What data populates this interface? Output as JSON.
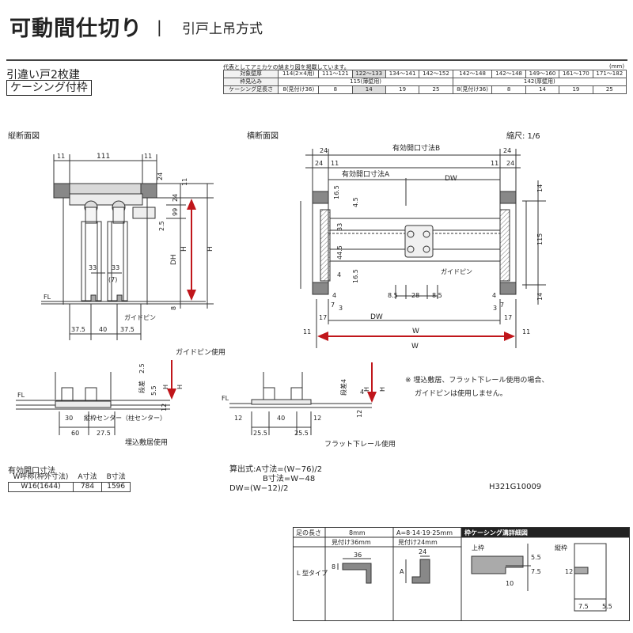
{
  "header": {
    "title": "可動間仕切り",
    "separator": "|",
    "subtitle": "引戸上吊方式"
  },
  "door": {
    "type": "引違い戸2枚建",
    "casing_label": "ケーシング付枠"
  },
  "spec_table": {
    "note": "代表としてアミカケの納まり図を掲載しています。",
    "unit": "(mm)",
    "rows": [
      [
        "対象壁厚",
        "114(2×4用)",
        "111〜121",
        "122〜133",
        "134〜141",
        "142〜152",
        "142〜148",
        "142〜148",
        "149〜160",
        "161〜170",
        "171〜182"
      ],
      [
        "枠見込み",
        "115(薄壁用)",
        "142(厚壁用)"
      ],
      [
        "ケーシング足長さ",
        "8(見付け36)",
        "8",
        "14",
        "19",
        "25",
        "8(見付け36)",
        "8",
        "14",
        "19",
        "25"
      ]
    ]
  },
  "views": {
    "vertical": "縦断面図",
    "horizontal": "横断面図",
    "scale": "縮尺: 1/6"
  },
  "vertical_dims": {
    "top": [
      "11",
      "111",
      "11"
    ],
    "right": [
      "24",
      "11",
      "24",
      "99",
      "2.5",
      "H",
      "H",
      "DH",
      "8",
      "11"
    ],
    "guide": [
      "33",
      "33",
      "(7)"
    ],
    "bottom": [
      "37.5",
      "40",
      "37.5"
    ],
    "fl": "FL",
    "guide_pin": "ガイドピン"
  },
  "horizontal_dims": {
    "top": [
      "24",
      "24",
      "11",
      "11",
      "24",
      "24"
    ],
    "eff_b": "有効開口寸法B",
    "eff_a": "有効開口寸法A",
    "dw_top": "DW",
    "left": [
      "16.5",
      "4.5",
      "33",
      "44.5",
      "16.5",
      "4"
    ],
    "right_side": [
      "14",
      "115",
      "14"
    ],
    "guide_pin": "ガイドピン",
    "mid": [
      "4",
      "7",
      "3",
      "8.5",
      "28",
      "8.5",
      "4",
      "7",
      "3"
    ],
    "bottom": [
      "17",
      "DW",
      "17",
      "11",
      "W",
      "11",
      "W"
    ]
  },
  "floor_details": {
    "guide_pin_use": "ガイドピン使用",
    "embedded": {
      "fl": "FL",
      "dims": [
        "2.5",
        "段差",
        "5.5",
        "12",
        "H",
        "H",
        "30",
        "60",
        "27.5"
      ],
      "center": "縦枠センター（柱センター）",
      "caption": "埋込敷居使用"
    },
    "flat": {
      "fl": "FL",
      "dims": [
        "段差4",
        "4",
        "H",
        "H",
        "12",
        "12",
        "40",
        "12",
        "25.5",
        "25.5"
      ],
      "caption": "フラット下レール使用"
    }
  },
  "note": {
    "line1": "※ 埋込敷居、フラット下レール使用の場合、",
    "line2": "ガイドピンは使用しません。"
  },
  "effective_opening": {
    "title": "有効開口寸法",
    "headers": [
      "W呼称(枠外寸法)",
      "A寸法",
      "B寸法"
    ],
    "row": [
      "W16(1644)",
      "784",
      "1596"
    ]
  },
  "formula": {
    "line1": "算出式:A寸法=(W−76)/2",
    "line2": "B寸法=W−48",
    "line3": "DW=(W−12)/2"
  },
  "ref_code": "H321G10009",
  "legend": {
    "foot_length": "足の長さ",
    "mm8": "8mm",
    "a_values": "A=8·14·19·25mm",
    "frame_title": "枠ケーシング溝詳細図",
    "face36": "見付け36mm",
    "face24": "見付け24mm",
    "l_type": "L 型タイプ",
    "v36": "36",
    "v8": "8",
    "v24": "24",
    "vA": "A",
    "top_frame": "上枠",
    "vert_frame": "縦枠",
    "d55a": "5.5",
    "d75a": "7.5",
    "d10": "10",
    "d12": "12",
    "d75b": "7.5",
    "d55b": "5.5"
  },
  "colors": {
    "arrow": "#c0161b",
    "line": "#333333"
  }
}
